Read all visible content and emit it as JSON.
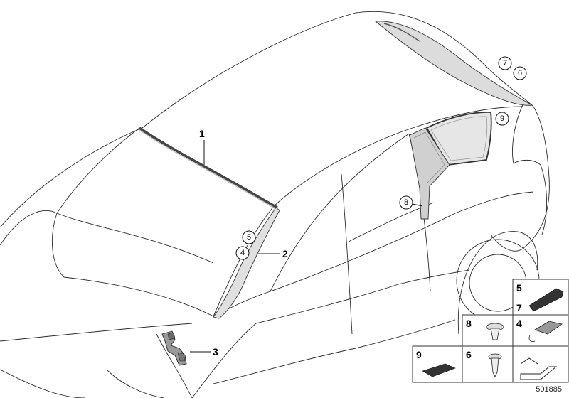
{
  "callouts": {
    "c1": "1",
    "c2": "2",
    "c3": "3",
    "c4": "4",
    "c5": "5",
    "c6": "6",
    "c7": "7",
    "c8": "8",
    "c9": "9"
  },
  "legend": {
    "l5": "5",
    "l7": "7",
    "l8": "8",
    "l4": "4",
    "l9": "9",
    "l6": "6"
  },
  "diagram_code": "501885",
  "colors": {
    "line": "#2a2a2a",
    "part_fill": "#d4d4d4",
    "part_dark": "#555555",
    "legend_border": "#333333"
  }
}
